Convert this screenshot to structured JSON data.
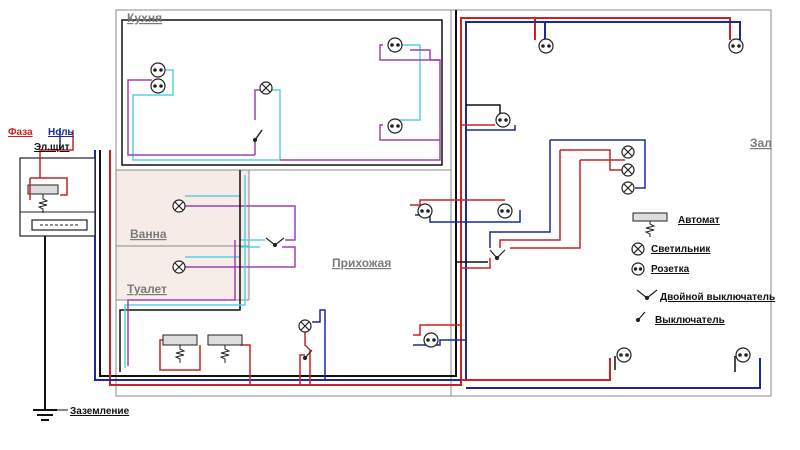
{
  "labels": {
    "phase": "Фаза",
    "neutral": "Ноль",
    "panel": "Эл.щит",
    "ground": "Заземление",
    "kitchen": "Кухня",
    "bathroom": "Ванна",
    "toilet": "Туалет",
    "hallway": "Прихожая",
    "hall": "Зал"
  },
  "legend": {
    "breaker": "Автомат",
    "lamp": "Светильник",
    "socket": "Розетка",
    "double_switch": "Двойной выключатель",
    "switch": "Выключатель"
  },
  "colors": {
    "phase": "#cc2222",
    "neutral": "#1a2a9a",
    "ground": "#111111",
    "kitchen_wire_cyan": "#5ad0e0",
    "kitchen_wire_magenta": "#a040b0",
    "walls": "#888888"
  }
}
